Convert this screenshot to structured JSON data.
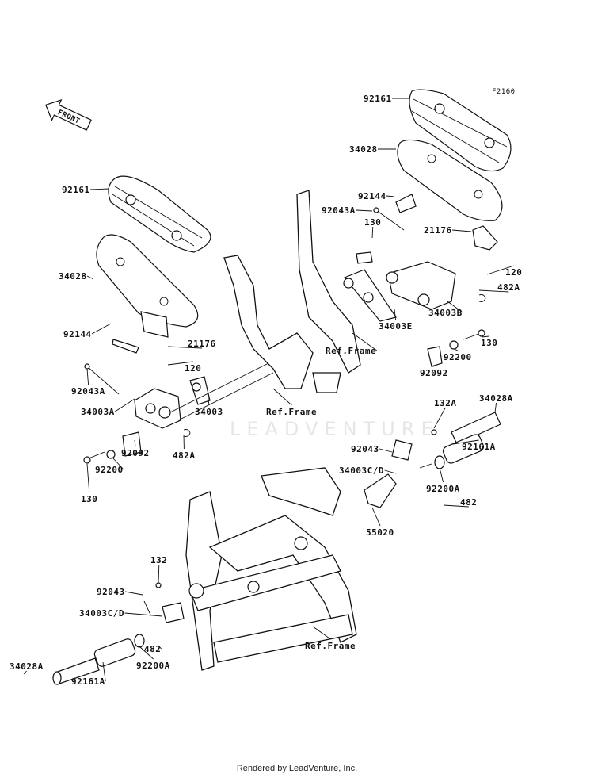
{
  "diagram_code": "F2160",
  "front_arrow_label": "FRONT",
  "watermark": "LEADVENTURE",
  "footer": "Rendered by LeadVenture, Inc.",
  "labels": [
    "92161",
    "34028",
    "92144",
    "21176",
    "120",
    "92043A",
    "34003A",
    "34003",
    "482A",
    "92092",
    "92200",
    "130",
    "92161",
    "34028",
    "92144",
    "92043A",
    "130",
    "21176",
    "120",
    "482A",
    "34003B",
    "34003E",
    "Ref.Frame",
    "130",
    "92200",
    "92092",
    "Ref.Frame",
    "132A",
    "34028A",
    "92043",
    "34003C/D",
    "92161A",
    "92200A",
    "482",
    "55020",
    "132",
    "92043",
    "34003C/D",
    "482",
    "34028A",
    "92200A",
    "92161A",
    "Ref.Frame"
  ]
}
